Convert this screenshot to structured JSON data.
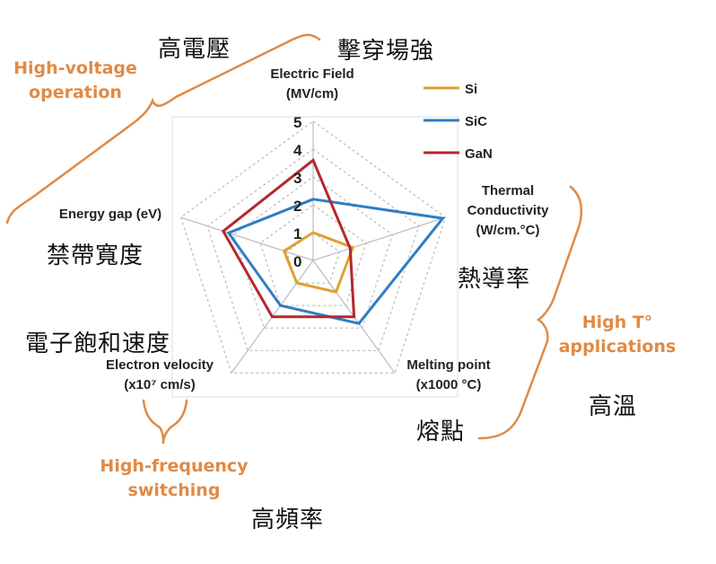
{
  "chart_data": {
    "type": "radar",
    "axes": [
      {
        "lines": [
          "Electric Field",
          "(MV/cm)"
        ]
      },
      {
        "lines": [
          "Thermal",
          "Conductivity",
          "(W/cm.°C)"
        ]
      },
      {
        "lines": [
          "Melting point",
          "(x1000 °C)"
        ]
      },
      {
        "lines": [
          "Electron velocity",
          "(x10⁷ cm/s)"
        ]
      },
      {
        "lines": [
          "Energy gap (eV)"
        ]
      }
    ],
    "range": [
      0,
      5
    ],
    "ticks": [
      "0",
      "1",
      "2",
      "3",
      "4",
      "5"
    ],
    "grid": true,
    "legend_position": "top-right",
    "series": [
      {
        "name": "Si",
        "color": "#E0A030",
        "values": [
          1.0,
          1.5,
          1.4,
          1.0,
          1.1
        ]
      },
      {
        "name": "SiC",
        "color": "#2E7DC4",
        "values": [
          2.2,
          4.9,
          2.8,
          2.0,
          3.2
        ]
      },
      {
        "name": "GaN",
        "color": "#B5272D",
        "values": [
          3.6,
          1.4,
          2.5,
          2.5,
          3.4
        ]
      }
    ]
  },
  "annotations": {
    "high_voltage": [
      "High-voltage",
      "operation"
    ],
    "high_temp": [
      "High T°",
      "applications"
    ],
    "high_freq": [
      "High-frequency",
      "switching"
    ],
    "cn_breakdown": "擊穿場強",
    "cn_high_pressure": "高電壓",
    "cn_thermal": "熱導率",
    "cn_high_temp": "高溫",
    "cn_melting": "熔點",
    "cn_bandgap": "禁帶寬度",
    "cn_saturation": "電子飽和速度",
    "cn_high_freq": "高頻率"
  },
  "colors": {
    "accent_orange": "#E08A45",
    "text": "#222222",
    "grid": "#BBBBBB"
  }
}
